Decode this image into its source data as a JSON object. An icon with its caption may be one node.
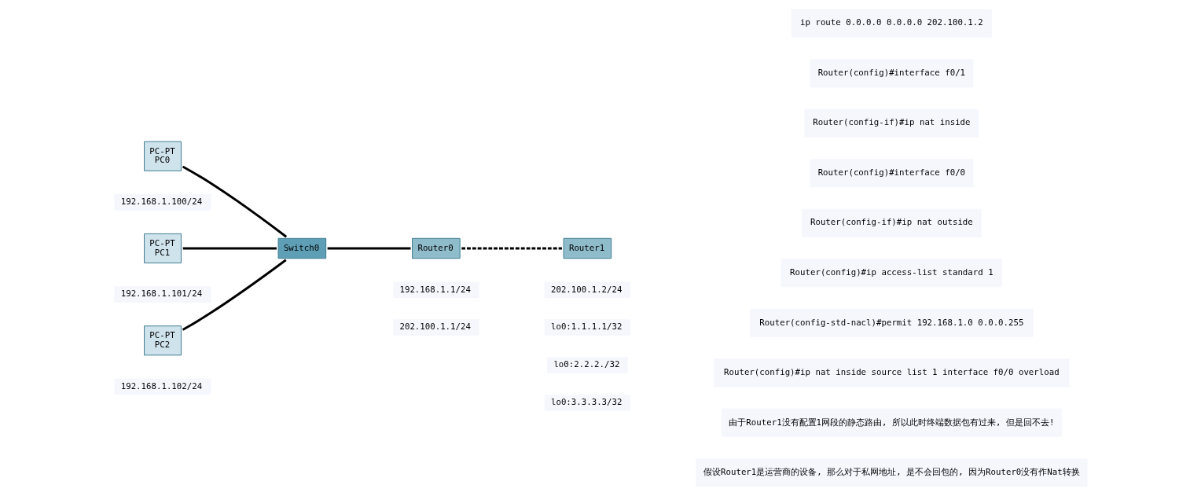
{
  "diagram": {
    "nodes": [
      {
        "text": [
          "PC-PT",
          "PC0"
        ],
        "beside": [
          "192.168.1.100/24"
        ]
      },
      {
        "text": [
          "PC-PT",
          "PC1"
        ],
        "beside": [
          "192.168.1.101/24"
        ]
      },
      {
        "text": [
          "PC-PT",
          "PC2"
        ],
        "beside": [
          "192.168.1.102/24"
        ]
      },
      {
        "text": [
          "Switch0"
        ]
      },
      {
        "text": [
          "Router0"
        ],
        "beside": [
          "192.168.1.1/24",
          "202.100.1.1/24"
        ]
      },
      {
        "text": [
          "Router1"
        ],
        "beside": [
          "202.100.1.2/24",
          "lo0:1.1.1.1/32",
          "lo0:2.2.2./32",
          "lo0:3.3.3.3/32"
        ]
      }
    ],
    "edges": [
      {
        "from": 0,
        "to": 3,
        "arrow": "none"
      },
      {
        "from": 1,
        "to": 3,
        "arrow": "none"
      },
      {
        "from": 2,
        "to": 3,
        "arrow": "none"
      },
      {
        "from": 3,
        "to": 4,
        "arrow": "none"
      },
      {
        "from": 4,
        "to": 5,
        "arrow": "none",
        "style": "dashed"
      }
    ],
    "labels": [
      "ip route 0.0.0.0 0.0.0.0 202.100.1.2",
      "Router(config)#interface f0/1",
      "Router(config-if)#ip nat inside",
      "Router(config)#interface f0/0",
      "Router(config-if)#ip nat outside",
      "Router(config)#ip access-list standard 1",
      "Router(config-std-nacl)#permit 192.168.1.0 0.0.0.255",
      "Router(config)#ip nat inside source list 1 interface f0/0 overload",
      "由于Router1没有配置1网段的静态路由, 所以此时终端数据包有过来, 但是回不去!",
      "假设Router1是运营商的设备, 那么对于私网地址, 是不会回包的, 因为Router0没有作Nat转换"
    ]
  }
}
